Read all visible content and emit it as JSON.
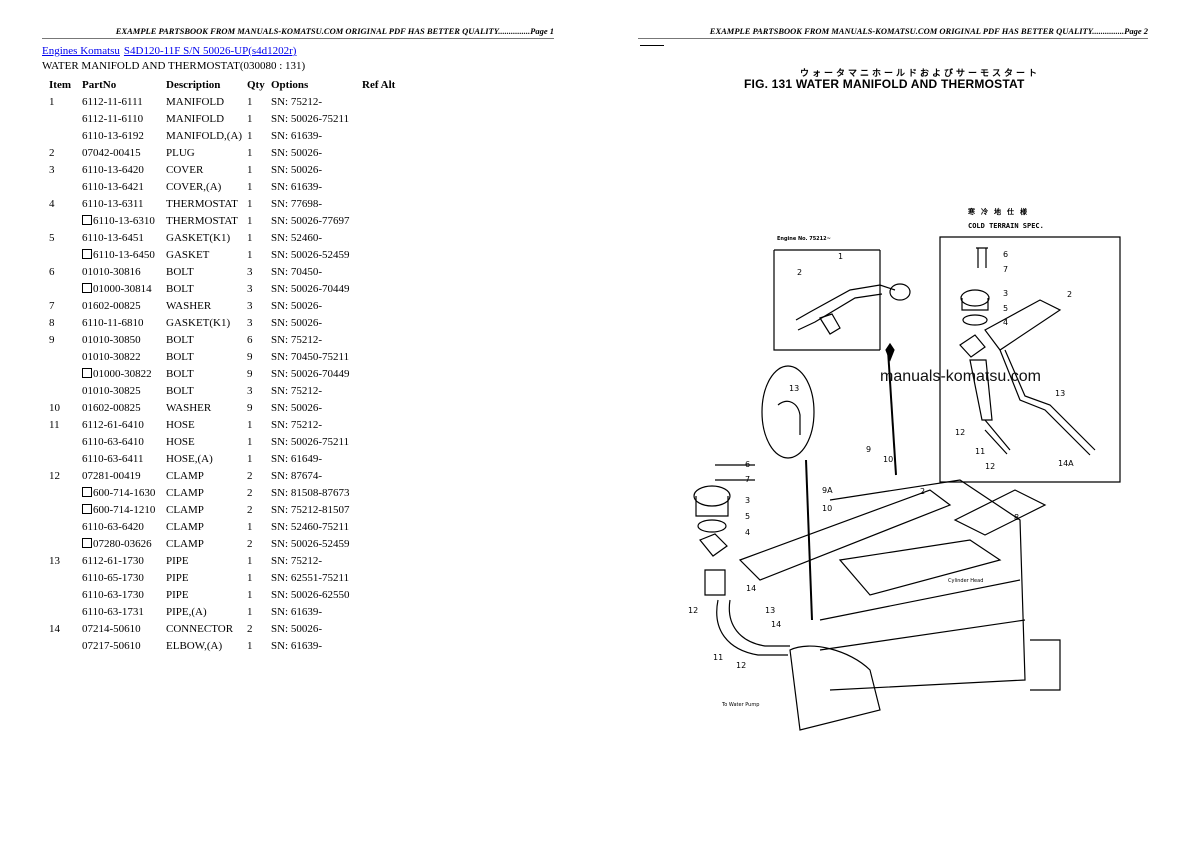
{
  "page1": {
    "header": "EXAMPLE PARTSBOOK FROM MANUALS-KOMATSU.COM ORIGINAL PDF HAS BETTER QUALITY...............Page 1",
    "breadcrumb": [
      "Engines Komatsu",
      "S4D120-11F S/N 50026-UP(s4d1202r)"
    ],
    "title": "WATER MANIFOLD AND THERMOSTAT(030080 : 131)",
    "columns": [
      "Item",
      "PartNo",
      "Description",
      "Qty",
      "Options",
      "Ref Alt"
    ],
    "rows": [
      {
        "item": "1",
        "boxed": false,
        "part": "6112-11-6111",
        "desc": "MANIFOLD",
        "qty": "1",
        "opt": "SN: 75212-"
      },
      {
        "item": "",
        "boxed": false,
        "part": "6112-11-6110",
        "desc": "MANIFOLD",
        "qty": "1",
        "opt": "SN: 50026-75211"
      },
      {
        "item": "",
        "boxed": false,
        "part": "6110-13-6192",
        "desc": "MANIFOLD,(A)",
        "qty": "1",
        "opt": "SN: 61639-"
      },
      {
        "item": "2",
        "boxed": false,
        "part": "07042-00415",
        "desc": "PLUG",
        "qty": "1",
        "opt": "SN: 50026-"
      },
      {
        "item": "3",
        "boxed": false,
        "part": "6110-13-6420",
        "desc": "COVER",
        "qty": "1",
        "opt": "SN: 50026-"
      },
      {
        "item": "",
        "boxed": false,
        "part": "6110-13-6421",
        "desc": "COVER,(A)",
        "qty": "1",
        "opt": "SN: 61639-"
      },
      {
        "item": "4",
        "boxed": false,
        "part": "6110-13-6311",
        "desc": "THERMOSTAT",
        "qty": "1",
        "opt": "SN: 77698-"
      },
      {
        "item": "",
        "boxed": true,
        "part": "6110-13-6310",
        "desc": "THERMOSTAT",
        "qty": "1",
        "opt": "SN: 50026-77697"
      },
      {
        "item": "5",
        "boxed": false,
        "part": "6110-13-6451",
        "desc": "GASKET(K1)",
        "qty": "1",
        "opt": "SN: 52460-"
      },
      {
        "item": "",
        "boxed": true,
        "part": "6110-13-6450",
        "desc": "GASKET",
        "qty": "1",
        "opt": "SN: 50026-52459"
      },
      {
        "item": "6",
        "boxed": false,
        "part": "01010-30816",
        "desc": "BOLT",
        "qty": "3",
        "opt": "SN: 70450-"
      },
      {
        "item": "",
        "boxed": true,
        "part": "01000-30814",
        "desc": "BOLT",
        "qty": "3",
        "opt": "SN: 50026-70449"
      },
      {
        "item": "7",
        "boxed": false,
        "part": "01602-00825",
        "desc": "WASHER",
        "qty": "3",
        "opt": "SN: 50026-"
      },
      {
        "item": "8",
        "boxed": false,
        "part": "6110-11-6810",
        "desc": "GASKET(K1)",
        "qty": "3",
        "opt": "SN: 50026-"
      },
      {
        "item": "9",
        "boxed": false,
        "part": "01010-30850",
        "desc": "BOLT",
        "qty": "6",
        "opt": "SN: 75212-"
      },
      {
        "item": "",
        "boxed": false,
        "part": "01010-30822",
        "desc": "BOLT",
        "qty": "9",
        "opt": "SN: 70450-75211"
      },
      {
        "item": "",
        "boxed": true,
        "part": "01000-30822",
        "desc": "BOLT",
        "qty": "9",
        "opt": "SN: 50026-70449"
      },
      {
        "item": "",
        "boxed": false,
        "part": "01010-30825",
        "desc": "BOLT",
        "qty": "3",
        "opt": "SN: 75212-"
      },
      {
        "item": "10",
        "boxed": false,
        "part": "01602-00825",
        "desc": "WASHER",
        "qty": "9",
        "opt": "SN: 50026-"
      },
      {
        "item": "11",
        "boxed": false,
        "part": "6112-61-6410",
        "desc": "HOSE",
        "qty": "1",
        "opt": "SN: 75212-"
      },
      {
        "item": "",
        "boxed": false,
        "part": "6110-63-6410",
        "desc": "HOSE",
        "qty": "1",
        "opt": "SN: 50026-75211"
      },
      {
        "item": "",
        "boxed": false,
        "part": "6110-63-6411",
        "desc": "HOSE,(A)",
        "qty": "1",
        "opt": "SN: 61649-"
      },
      {
        "item": "12",
        "boxed": false,
        "part": "07281-00419",
        "desc": "CLAMP",
        "qty": "2",
        "opt": "SN: 87674-"
      },
      {
        "item": "",
        "boxed": true,
        "part": "600-714-1630",
        "desc": "CLAMP",
        "qty": "2",
        "opt": "SN: 81508-87673"
      },
      {
        "item": "",
        "boxed": true,
        "part": "600-714-1210",
        "desc": "CLAMP",
        "qty": "2",
        "opt": "SN: 75212-81507"
      },
      {
        "item": "",
        "boxed": false,
        "part": "6110-63-6420",
        "desc": "CLAMP",
        "qty": "1",
        "opt": "SN: 52460-75211"
      },
      {
        "item": "",
        "boxed": true,
        "part": "07280-03626",
        "desc": "CLAMP",
        "qty": "2",
        "opt": "SN: 50026-52459"
      },
      {
        "item": "13",
        "boxed": false,
        "part": "6112-61-1730",
        "desc": "PIPE",
        "qty": "1",
        "opt": "SN: 75212-"
      },
      {
        "item": "",
        "boxed": false,
        "part": "6110-65-1730",
        "desc": "PIPE",
        "qty": "1",
        "opt": "SN: 62551-75211"
      },
      {
        "item": "",
        "boxed": false,
        "part": "6110-63-1730",
        "desc": "PIPE",
        "qty": "1",
        "opt": "SN: 50026-62550"
      },
      {
        "item": "",
        "boxed": false,
        "part": "6110-63-1731",
        "desc": "PIPE,(A)",
        "qty": "1",
        "opt": "SN: 61639-"
      },
      {
        "item": "14",
        "boxed": false,
        "part": "07214-50610",
        "desc": "CONNECTOR",
        "qty": "2",
        "opt": "SN: 50026-"
      },
      {
        "item": "",
        "boxed": false,
        "part": "07217-50610",
        "desc": "ELBOW,(A)",
        "qty": "1",
        "opt": "SN: 61639-"
      }
    ]
  },
  "page2": {
    "header": "EXAMPLE PARTSBOOK FROM MANUALS-KOMATSU.COM ORIGINAL PDF HAS BETTER QUALITY...............Page 2",
    "figure_title_jp": "ウォータマニホールドおよびサーモスタート",
    "figure_title": "FIG. 131  WATER MANIFOLD AND THERMOSTAT",
    "watermark": "manuals-komatsu.com",
    "cold_spec_jp": "寒冷地仕様",
    "cold_spec": "COLD TERRAIN SPEC.",
    "engine_no": "Engine No. 75212~",
    "cylinder_head": "Cylinder Head",
    "to_water_pump": "To Water Pump",
    "callouts": [
      "2",
      "1",
      "6",
      "7",
      "3",
      "2",
      "5",
      "4",
      "13",
      "12",
      "11",
      "12",
      "14A",
      "13",
      "6",
      "7",
      "3",
      "5",
      "4",
      "9",
      "10",
      "2",
      "9A",
      "10",
      "8",
      "14",
      "13",
      "14",
      "12",
      "11",
      "12"
    ]
  }
}
